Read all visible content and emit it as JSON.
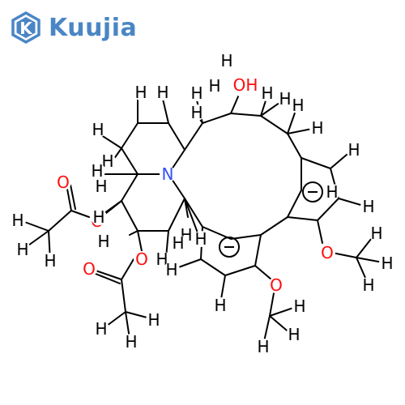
{
  "logo": {
    "brand": "Kuujia",
    "mark": "K",
    "color": "#4a86c5"
  },
  "colors": {
    "bond": "#000000",
    "carbon_h": "#000000",
    "oxygen": "#ff0d0d",
    "nitrogen": "#3050f8"
  },
  "molecule": {
    "atom_labels": {
      "nitrogen": "N",
      "oxygen": "O",
      "hydrogen": "H",
      "hydroxyl": "OH"
    }
  }
}
